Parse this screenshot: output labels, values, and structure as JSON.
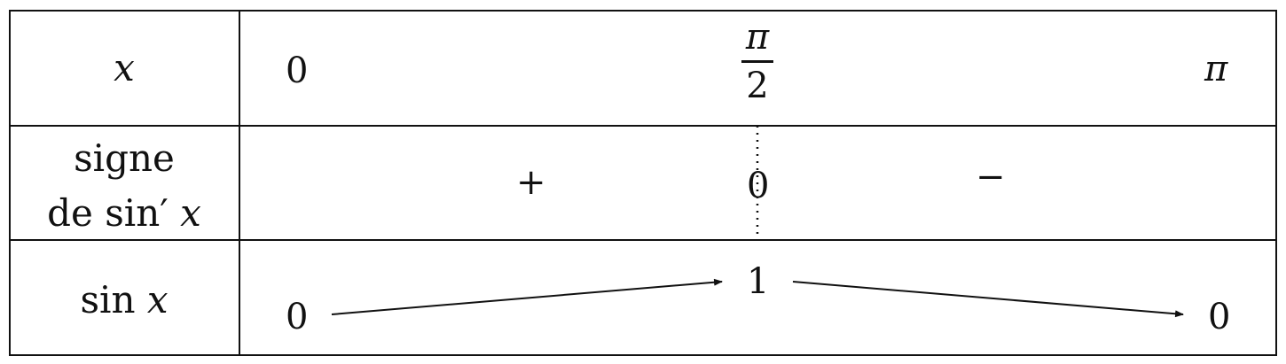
{
  "rows": {
    "x": {
      "label": "x",
      "values": {
        "start": "0",
        "mid_numerator": "π",
        "mid_denominator": "2",
        "end": "π"
      }
    },
    "sign": {
      "label_line1": "signe",
      "label_line2_prefix": "de sin′",
      "label_line2_var": "x",
      "left_sign": "+",
      "mid_value": "0",
      "right_sign": "−"
    },
    "variation": {
      "label_prefix": "sin",
      "label_var": "x",
      "start": "0",
      "peak": "1",
      "end": "0"
    }
  }
}
